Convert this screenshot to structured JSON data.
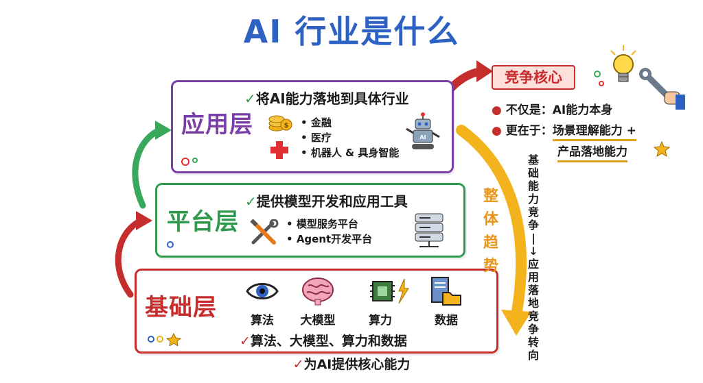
{
  "title": "AI 行业是什么",
  "layers": {
    "application": {
      "name": "应用层",
      "headline": "将AI能力落地到具体行业",
      "items": [
        "金融",
        "医疗",
        "机器人 & 具身智能"
      ]
    },
    "platform": {
      "name": "平台层",
      "headline": "提供模型开发和应用工具",
      "items": [
        "模型服务平台",
        "Agent开发平台"
      ]
    },
    "foundation": {
      "name": "基础层",
      "icons": [
        "算法",
        "大模型",
        "算力",
        "数据"
      ],
      "summary": "算法、大模型、算力和数据"
    }
  },
  "core": {
    "title": "竞争核心",
    "line1": "不仅是：AI能力本身",
    "line2_prefix": "更在于：",
    "line2_emph": "场景理解能力 +",
    "line3": "产品落地能力"
  },
  "trend": {
    "label": "整体趋势",
    "text": "基础能力竞争 -> 应用落地竞争转向"
  },
  "footer": "为AI提供核心能力",
  "colors": {
    "title": "#2d62c4",
    "application": "#7a3fa6",
    "platform": "#2f9a4d",
    "foundation": "#c62d2d",
    "trend": "#e8961a"
  },
  "icons": {
    "application": [
      "coins-icon",
      "medical-cross-icon",
      "robot-icon"
    ],
    "platform": [
      "tools-icon",
      "server-icon"
    ],
    "foundation": [
      "eye-icon",
      "brain-icon",
      "chip-icon",
      "folder-db-icon"
    ],
    "core": [
      "lightbulb-icon",
      "wrench-hand-icon",
      "star-icon"
    ]
  }
}
